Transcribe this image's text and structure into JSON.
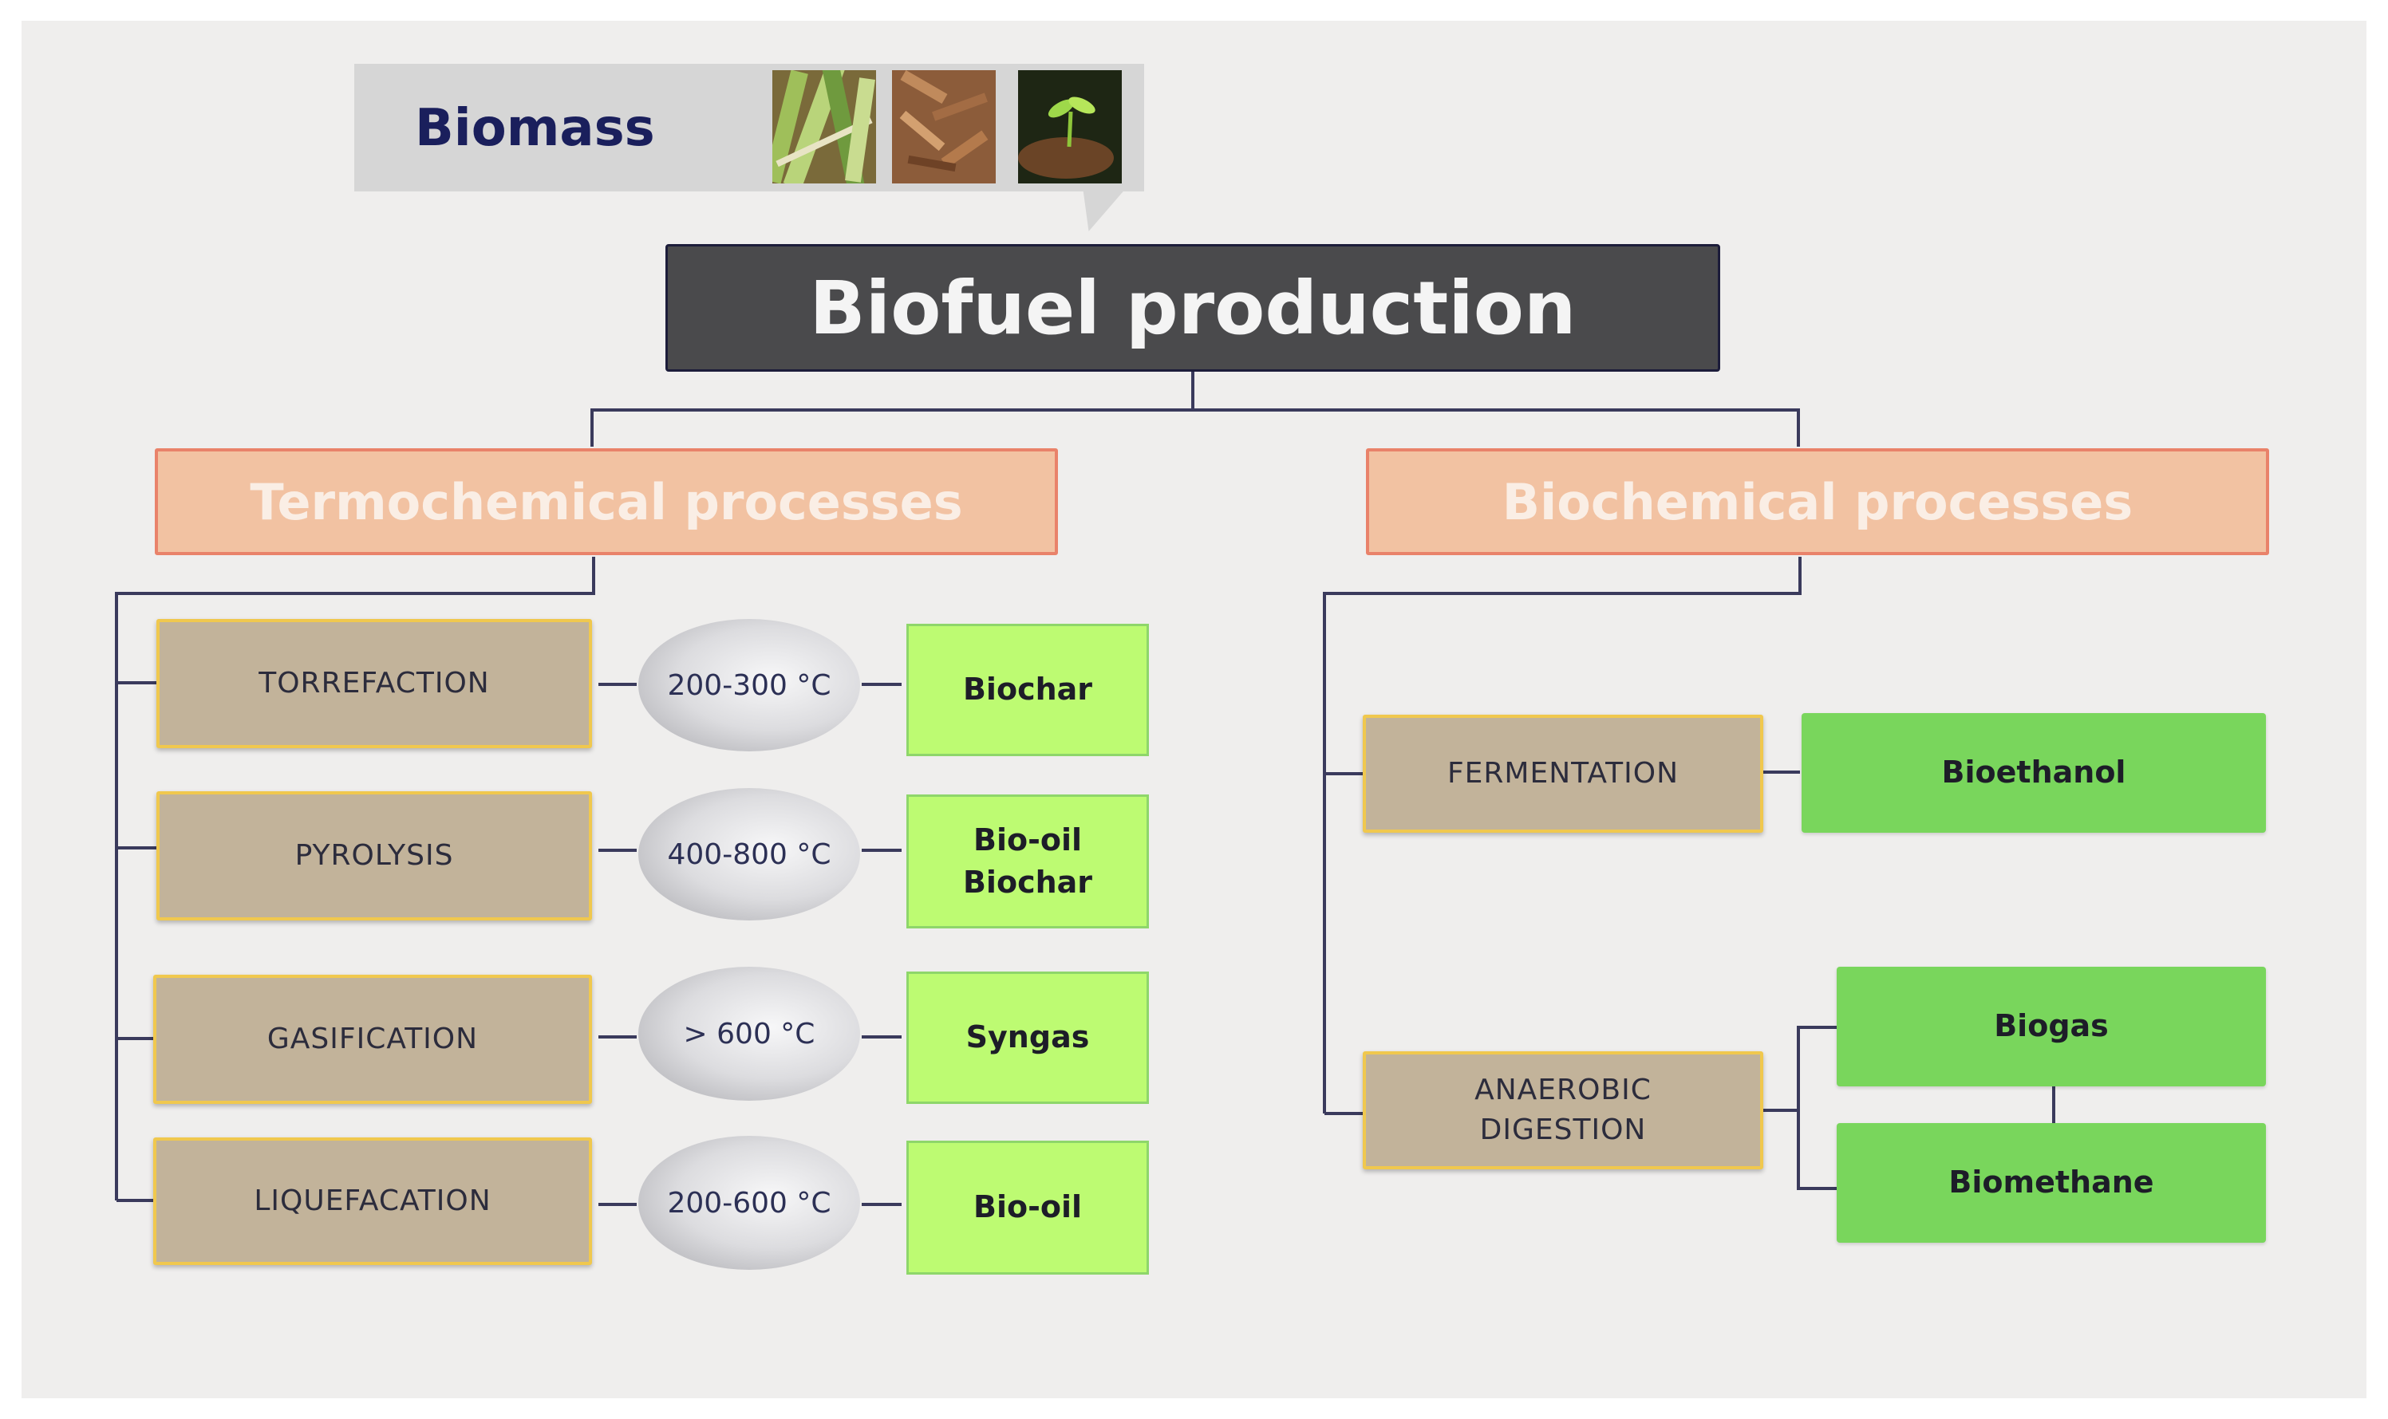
{
  "biomass": {
    "label": "Biomass",
    "images": [
      "sugarcane-photo",
      "wood-chips-photo",
      "seedling-photo"
    ]
  },
  "title": "Biofuel production",
  "thermochemical": {
    "title": "Termochemical processes",
    "steps": [
      {
        "name": "TORREFACTION",
        "temperature": "200-300 °C",
        "product": [
          "Biochar"
        ]
      },
      {
        "name": "PYROLYSIS",
        "temperature": "400-800 °C",
        "product": [
          "Bio-oil",
          "Biochar"
        ]
      },
      {
        "name": "GASIFICATION",
        "temperature": "> 600 °C",
        "product": [
          "Syngas"
        ]
      },
      {
        "name": "LIQUEFACATION",
        "temperature": "200-600 °C",
        "product": [
          "Bio-oil"
        ]
      }
    ]
  },
  "biochemical": {
    "title": "Biochemical processes",
    "steps": [
      {
        "name": [
          "FERMENTATION"
        ],
        "products": [
          "Bioethanol"
        ]
      },
      {
        "name": [
          "ANAEROBIC",
          "DIGESTION"
        ],
        "products": [
          "Biogas",
          "Biomethane"
        ]
      }
    ]
  },
  "colors": {
    "panel": "#efeeed",
    "main_box": "#4a4a4c",
    "process_fill": "#f2c2a2",
    "process_border": "#e9826a",
    "step_fill": "#c2b39a",
    "step_border": "#f0c84e",
    "product_light": "#bdfb72",
    "product_dark": "#79d65c",
    "connector": "#3a3a5c",
    "biomass_text": "#1a1f5c"
  }
}
